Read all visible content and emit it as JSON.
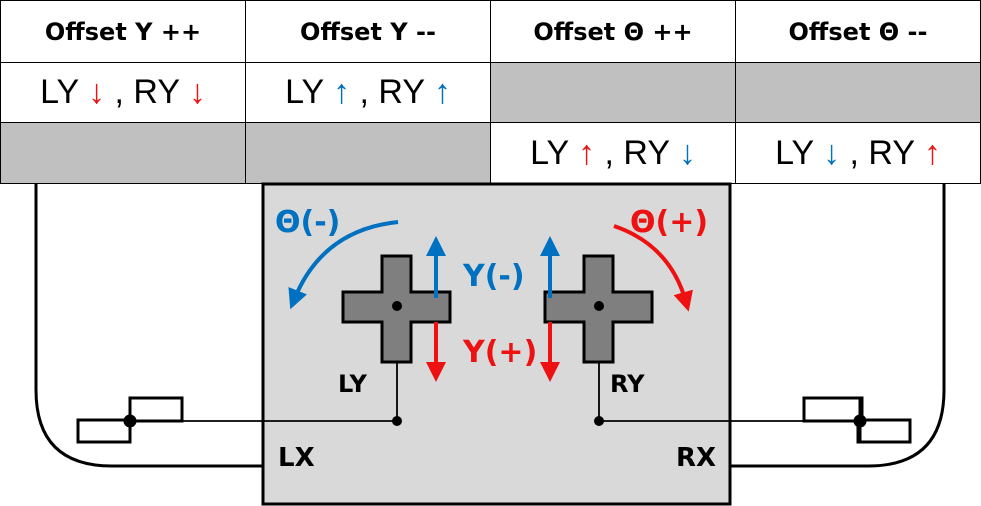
{
  "table": {
    "headers": [
      "Offset Y ++",
      "Offset Y --",
      "Offset Θ ++",
      "Offset Θ --"
    ],
    "row1": [
      {
        "l": "LY",
        "la": "↓",
        "lc": "red",
        "sep": " , ",
        "r": "RY",
        "ra": "↓",
        "rc": "red"
      },
      {
        "l": "LY",
        "la": "↑",
        "lc": "blue",
        "sep": " , ",
        "r": "RY",
        "ra": "↑",
        "rc": "blue"
      }
    ],
    "row2": [
      {
        "l": "LY",
        "la": "↑",
        "lc": "red",
        "sep": " , ",
        "r": "RY",
        "ra": "↓",
        "rc": "blue"
      },
      {
        "l": "LY",
        "la": "↓",
        "lc": "blue",
        "sep": " , ",
        "r": "RY",
        "ra": "↑",
        "rc": "red"
      }
    ]
  },
  "diagram": {
    "theta_minus": "Θ(-)",
    "theta_plus": "Θ(+)",
    "y_minus": "Y(-)",
    "y_plus": "Y(+)",
    "left_stick": "LY",
    "right_stick": "RY",
    "left_x": "LX",
    "right_x": "RX",
    "colors": {
      "red": "#ee1111",
      "blue": "#0070c0",
      "panel": "#d9d9d9",
      "dpad": "#7f7f7f",
      "gray_cell": "#c0c0c0"
    }
  }
}
